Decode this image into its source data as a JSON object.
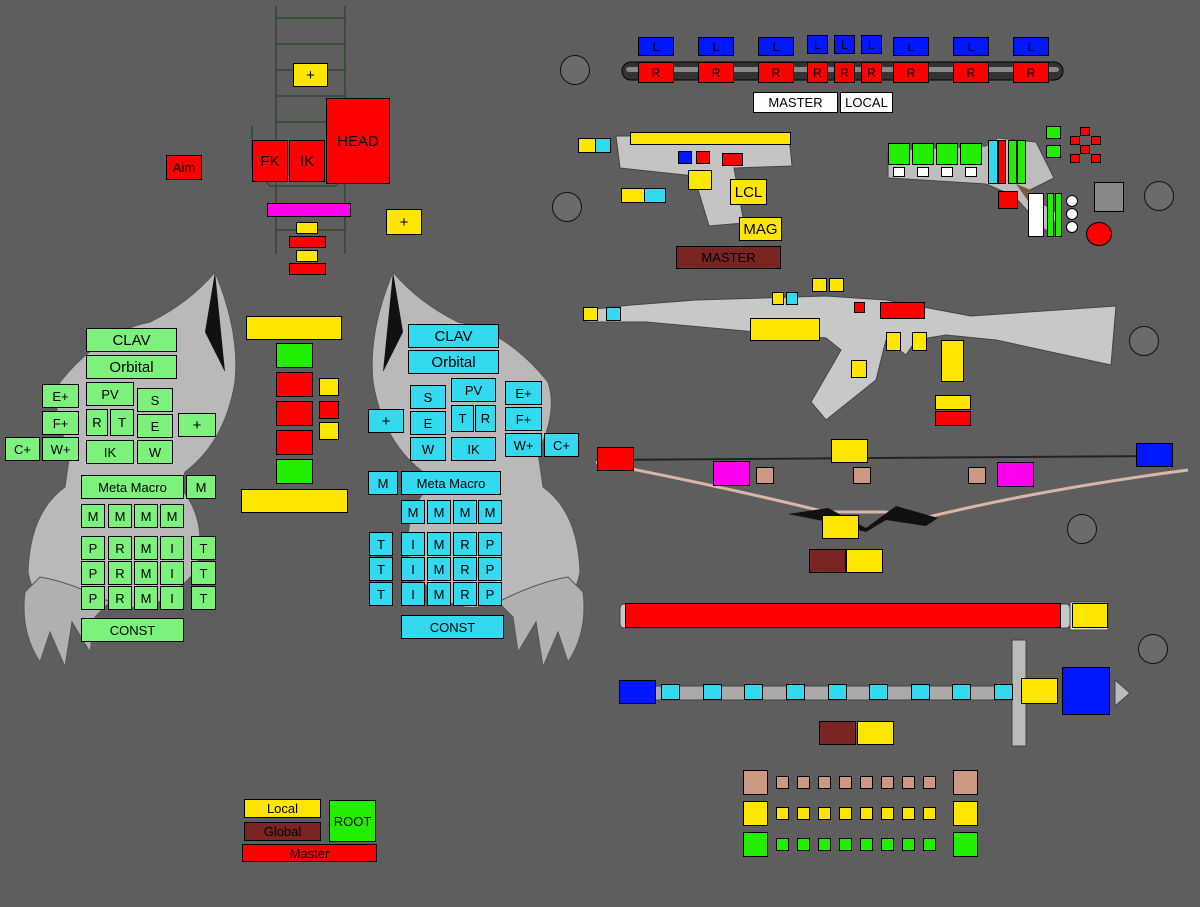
{
  "rig": {
    "head_plus": "+",
    "head": "HEAD",
    "fk": "FK",
    "ik": "IK",
    "aim": "Aim",
    "neck_plus": "+"
  },
  "left_arm": {
    "clav": "CLAV",
    "orbital": "Orbital",
    "pv": "PV",
    "s": "S",
    "e_plus": "E+",
    "f_plus": "F+",
    "c_plus": "C+",
    "w_plus": "W+",
    "r": "R",
    "t": "T",
    "e": "E",
    "plus": "+",
    "ik": "IK",
    "w": "W",
    "meta_macro": "Meta Macro",
    "m": "M",
    "const": "CONST",
    "finger_rows": [
      [
        "P",
        "R",
        "M",
        "I",
        "T"
      ],
      [
        "P",
        "R",
        "M",
        "I",
        "T"
      ],
      [
        "P",
        "R",
        "M",
        "I",
        "T"
      ]
    ]
  },
  "right_arm": {
    "clav": "CLAV",
    "orbital": "Orbital",
    "pv": "PV",
    "s": "S",
    "e_plus": "E+",
    "f_plus": "F+",
    "plus": "+",
    "e": "E",
    "t": "T",
    "r": "R",
    "w": "W",
    "ik": "IK",
    "w_plus": "W+",
    "c_plus": "C+",
    "m": "M",
    "meta_macro": "Meta Macro",
    "const": "CONST",
    "finger_rows": [
      [
        "T",
        "I",
        "M",
        "R",
        "P"
      ],
      [
        "T",
        "I",
        "M",
        "R",
        "P"
      ],
      [
        "T",
        "I",
        "M",
        "R",
        "P"
      ]
    ]
  },
  "mm_row": [
    "M",
    "M",
    "M",
    "M"
  ],
  "legend": {
    "local": "Local",
    "global": "Global",
    "master": "Master",
    "root": "ROOT"
  },
  "bar": {
    "l_labels": [
      "L",
      "L",
      "L",
      "L",
      "L",
      "L",
      "L",
      "L",
      "L"
    ],
    "r_labels": [
      "R",
      "R",
      "R",
      "R",
      "R",
      "R",
      "R",
      "R",
      "R"
    ],
    "master": "MASTER",
    "local": "LOCAL"
  },
  "pistol": {
    "lcl": "LCL",
    "mag": "MAG",
    "master": "MASTER"
  },
  "colors": {
    "background": "#5e5e5e",
    "green": "#7cf27c",
    "cyan": "#33d9ef",
    "yellow": "#ffe600",
    "red": "#ff0000",
    "blue": "#0018ff",
    "magenta": "#ff00ee",
    "brown": "#7a2424",
    "tan": "#cc9a84"
  }
}
